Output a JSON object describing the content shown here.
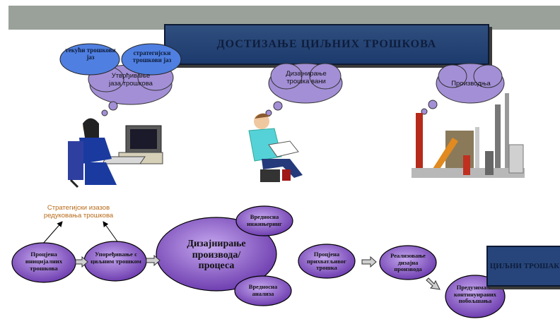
{
  "title": "ДОСТИЗАЊЕ ЦИЉНИХ ТРОШКОВА",
  "top_bubbles": {
    "tekuci": "текући трошкови јаз",
    "strategic": "стратегијски трошкови јаз",
    "gap": "Утврђивање јаза трошкова",
    "design": "Дизајнирање трошка вани",
    "production": "Производња"
  },
  "challenge_label": "Стратегијски изазов редуковања трошкова",
  "flow": {
    "initial": "Процјена иницијалних трошкова",
    "compare": "Упоређивање с циљним трошком",
    "design": "Дизајнирање производа/ процеса",
    "value_eng": "Вредносна инжињеринг",
    "value_anal": "Вредносна анализа",
    "acceptable": "Процјена прихватљивог трошка",
    "realize": "Реализовање дизајна производа",
    "continuous": "Предузимање континуираних побољшања",
    "target_box": "ЦИЉНИ ТРОШАК"
  },
  "colors": {
    "blue_bubble": "#4f7fe0",
    "purple_bubble": "#a38fd6",
    "flow_ellipse": "#9a6fd0",
    "title_bg": "#1f3d70"
  }
}
